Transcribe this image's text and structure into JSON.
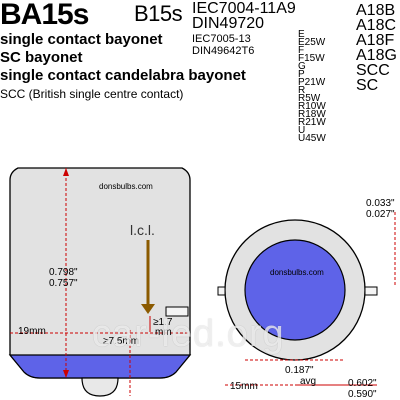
{
  "header": {
    "title": "BA15s",
    "alt_code": "B15s",
    "iec_line1": "IEC7004-11A9",
    "iec_line2": "DIN49720",
    "iec_ref1": "IEC7005-13",
    "iec_ref2": "DIN49642T6",
    "desc_lines": [
      "single contact bayonet",
      "SC bayonet",
      "single contact candelabra bayonet"
    ],
    "note": "SCC (British single centre contact)",
    "right_codes": [
      "A18B",
      "A18C",
      "A18F",
      "A18G",
      "SCC",
      "SC"
    ]
  },
  "vertical_list": [
    "E",
    "E25W",
    "F",
    "F15W",
    "G",
    "P",
    "P21W",
    "R",
    "R5W",
    "R10W",
    "R18W",
    "R21W",
    "U",
    "U45W"
  ],
  "side_view": {
    "watermark_brand": "donsbulbs.com",
    "lcl_label": "l.c.l.",
    "height_max": "0.798\"",
    "height_min": "0.757\"",
    "diameter_label": "19mm",
    "lcl_dist_a": "≥1.7",
    "lcl_dist_b": "mm",
    "approx_label": "≥7.5mm"
  },
  "bottom_view": {
    "watermark_brand": "donsbulbs.com",
    "pin_max": "0.033\"",
    "pin_min": "0.027\"",
    "contact_label": "0.187\"",
    "contact_note": "avg",
    "width_label": "15mm",
    "outer_max": "0.602\"",
    "outer_min": "0.590\""
  },
  "watermark": "car-led.org",
  "colors": {
    "base_grey": "#e2e2e2",
    "outline": "#000000",
    "contact_blue": "#5e63e8",
    "dim_red": "#cc0000",
    "arrow_brown": "#8b5a00"
  }
}
